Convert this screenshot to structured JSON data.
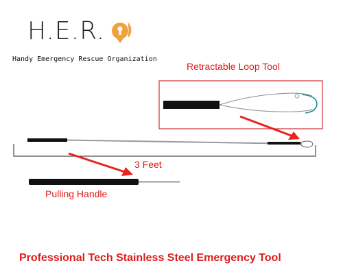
{
  "brand": {
    "logo_text": "H.E.R.",
    "logo_mark": "O.",
    "org_name": "Handy Emergency Rescue Organization",
    "accent_color": "#f0a23c"
  },
  "labels": {
    "retractable_loop": "Retractable Loop Tool",
    "length": "3 Feet",
    "pulling_handle": "Pulling Handle"
  },
  "tagline": "Professional Tech Stainless Steel  Emergency Tool",
  "colors": {
    "label_red": "#e01b1b",
    "arrow_red": "#e8241c",
    "handle_black": "#111111",
    "loop_teal": "#1f8a9a"
  }
}
